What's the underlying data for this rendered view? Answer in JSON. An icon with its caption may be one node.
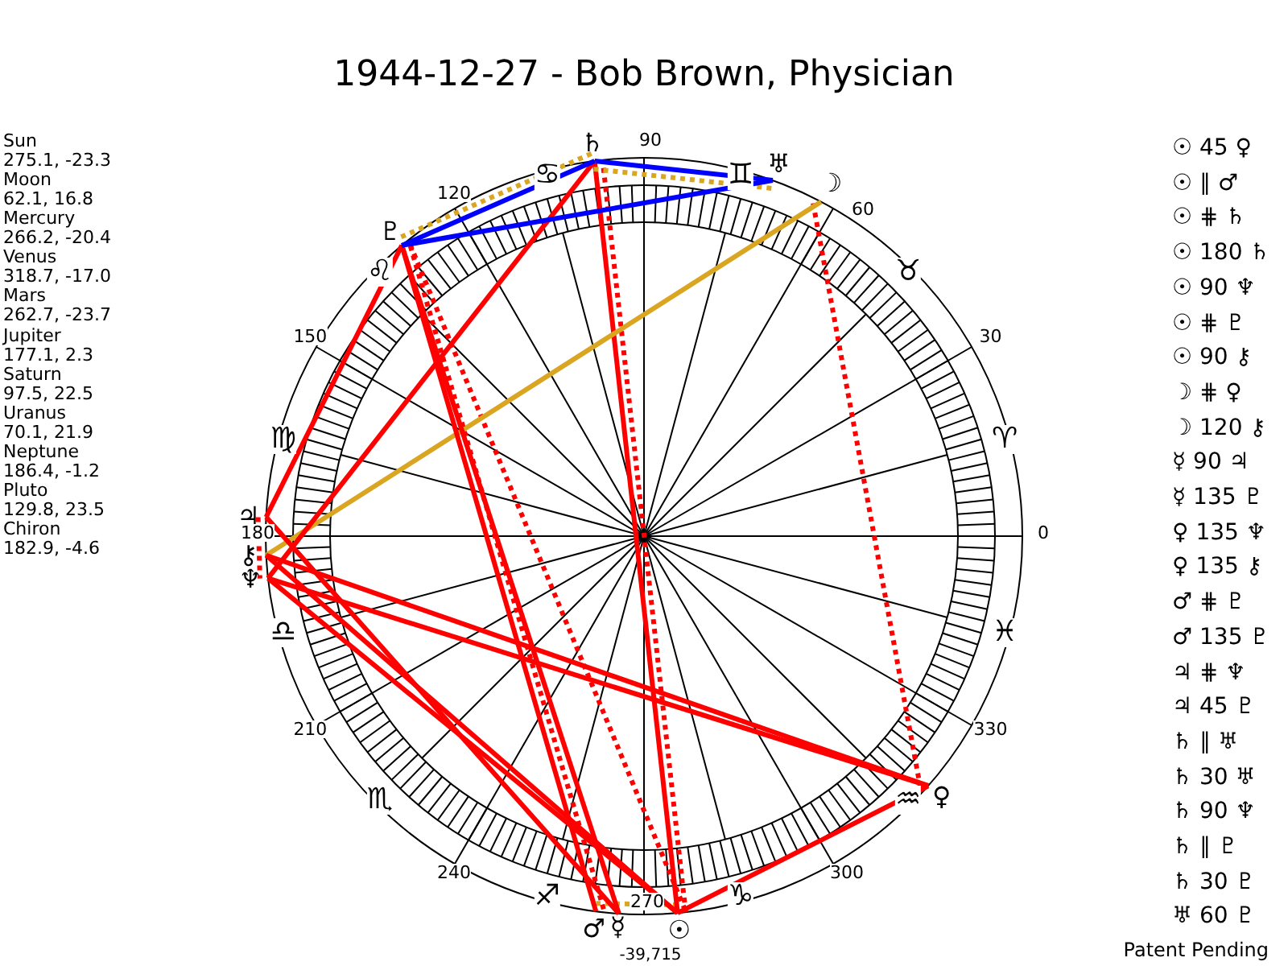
{
  "diagram": {
    "title": "1944-12-27 - Bob Brown, Physician",
    "nodes": [
      {
        "text": [
          "☉"
        ]
      },
      {
        "text": [
          "☽"
        ]
      },
      {
        "text": [
          "☿"
        ]
      },
      {
        "text": [
          "♀"
        ]
      },
      {
        "text": [
          "♂"
        ]
      },
      {
        "text": [
          "♃"
        ]
      },
      {
        "text": [
          "♄"
        ]
      },
      {
        "text": [
          "♅"
        ]
      },
      {
        "text": [
          "♆"
        ]
      },
      {
        "text": [
          "♇"
        ]
      },
      {
        "text": [
          "⚷"
        ]
      }
    ],
    "edges": [
      {
        "from": 0,
        "to": 3,
        "arrow": "none"
      },
      {
        "from": 0,
        "to": 4,
        "arrow": "none",
        "style": "dashed",
        "color": "#daa520"
      },
      {
        "from": 0,
        "to": 6,
        "arrow": "none",
        "style": "dashed"
      },
      {
        "from": 0,
        "to": 6,
        "arrow": "none"
      },
      {
        "from": 0,
        "to": 8,
        "arrow": "none"
      },
      {
        "from": 0,
        "to": 9,
        "arrow": "none",
        "style": "dashed"
      },
      {
        "from": 0,
        "to": 10,
        "arrow": "none"
      },
      {
        "from": 1,
        "to": 3,
        "arrow": "none",
        "style": "dashed"
      },
      {
        "from": 1,
        "to": 10,
        "arrow": "none",
        "color": "#daa520"
      },
      {
        "from": 2,
        "to": 5,
        "arrow": "none"
      },
      {
        "from": 2,
        "to": 9,
        "arrow": "none"
      },
      {
        "from": 3,
        "to": 8,
        "arrow": "none"
      },
      {
        "from": 3,
        "to": 10,
        "arrow": "none"
      },
      {
        "from": 4,
        "to": 9,
        "arrow": "none",
        "style": "dashed"
      },
      {
        "from": 4,
        "to": 9,
        "arrow": "none"
      },
      {
        "from": 5,
        "to": 8,
        "arrow": "none",
        "style": "dashed"
      },
      {
        "from": 5,
        "to": 9,
        "arrow": "none"
      },
      {
        "from": 6,
        "to": 7,
        "arrow": "none",
        "style": "dashed",
        "color": "#daa520"
      },
      {
        "from": 6,
        "to": 7,
        "arrow": "none",
        "color": "#0000ff"
      },
      {
        "from": 6,
        "to": 8,
        "arrow": "none"
      },
      {
        "from": 6,
        "to": 9,
        "arrow": "none",
        "style": "dashed",
        "color": "#daa520"
      },
      {
        "from": 6,
        "to": 9,
        "arrow": "none",
        "color": "#0000ff"
      },
      {
        "from": 7,
        "to": 9,
        "arrow": "none",
        "color": "#0000ff"
      }
    ],
    "labels": [
      "Sun",
      "275.1, -23.3",
      "Moon",
      "62.1, 16.8",
      "Mercury",
      "266.2, -20.4",
      "Venus",
      "318.7, -17.0",
      "Mars",
      "262.7, -23.7",
      "Jupiter",
      "177.1, 2.3",
      "Saturn",
      "97.5, 22.5",
      "Uranus",
      "70.1, 21.9",
      "Neptune",
      "186.4, -1.2",
      "Pluto",
      "129.8, 23.5",
      "Chiron",
      "182.9, -4.6",
      "0",
      "30",
      "60",
      "90",
      "120",
      "150",
      "180",
      "210",
      "240",
      "270",
      "300",
      "330",
      "♈",
      "♉",
      "♊",
      "♋",
      "♌",
      "♍",
      "♎",
      "♏",
      "♐",
      "♑",
      "♒",
      "♓",
      "-39,715",
      "☉ 45 ♀",
      "☉ ∥ ♂",
      "☉ ⋕ ♄",
      "☉ 180 ♄",
      "☉ 90 ♆",
      "☉ ⋕ ♇",
      "☉ 90 ⚷",
      "☽ ⋕ ♀",
      "☽ 120 ⚷",
      "☿ 90 ♃",
      "☿ 135 ♇",
      "♀ 135 ♆",
      "♀ 135 ⚷",
      "♂ ⋕ ♇",
      "♂ 135 ♇",
      "♃ ⋕ ♆",
      "♃ 45 ♇",
      "♄ ∥ ♅",
      "♄ 30 ♅",
      "♄ 90 ♆",
      "♄ ∥ ♇",
      "♄ 30 ♇",
      "♅ 60 ♇",
      "Patent Pending"
    ]
  }
}
